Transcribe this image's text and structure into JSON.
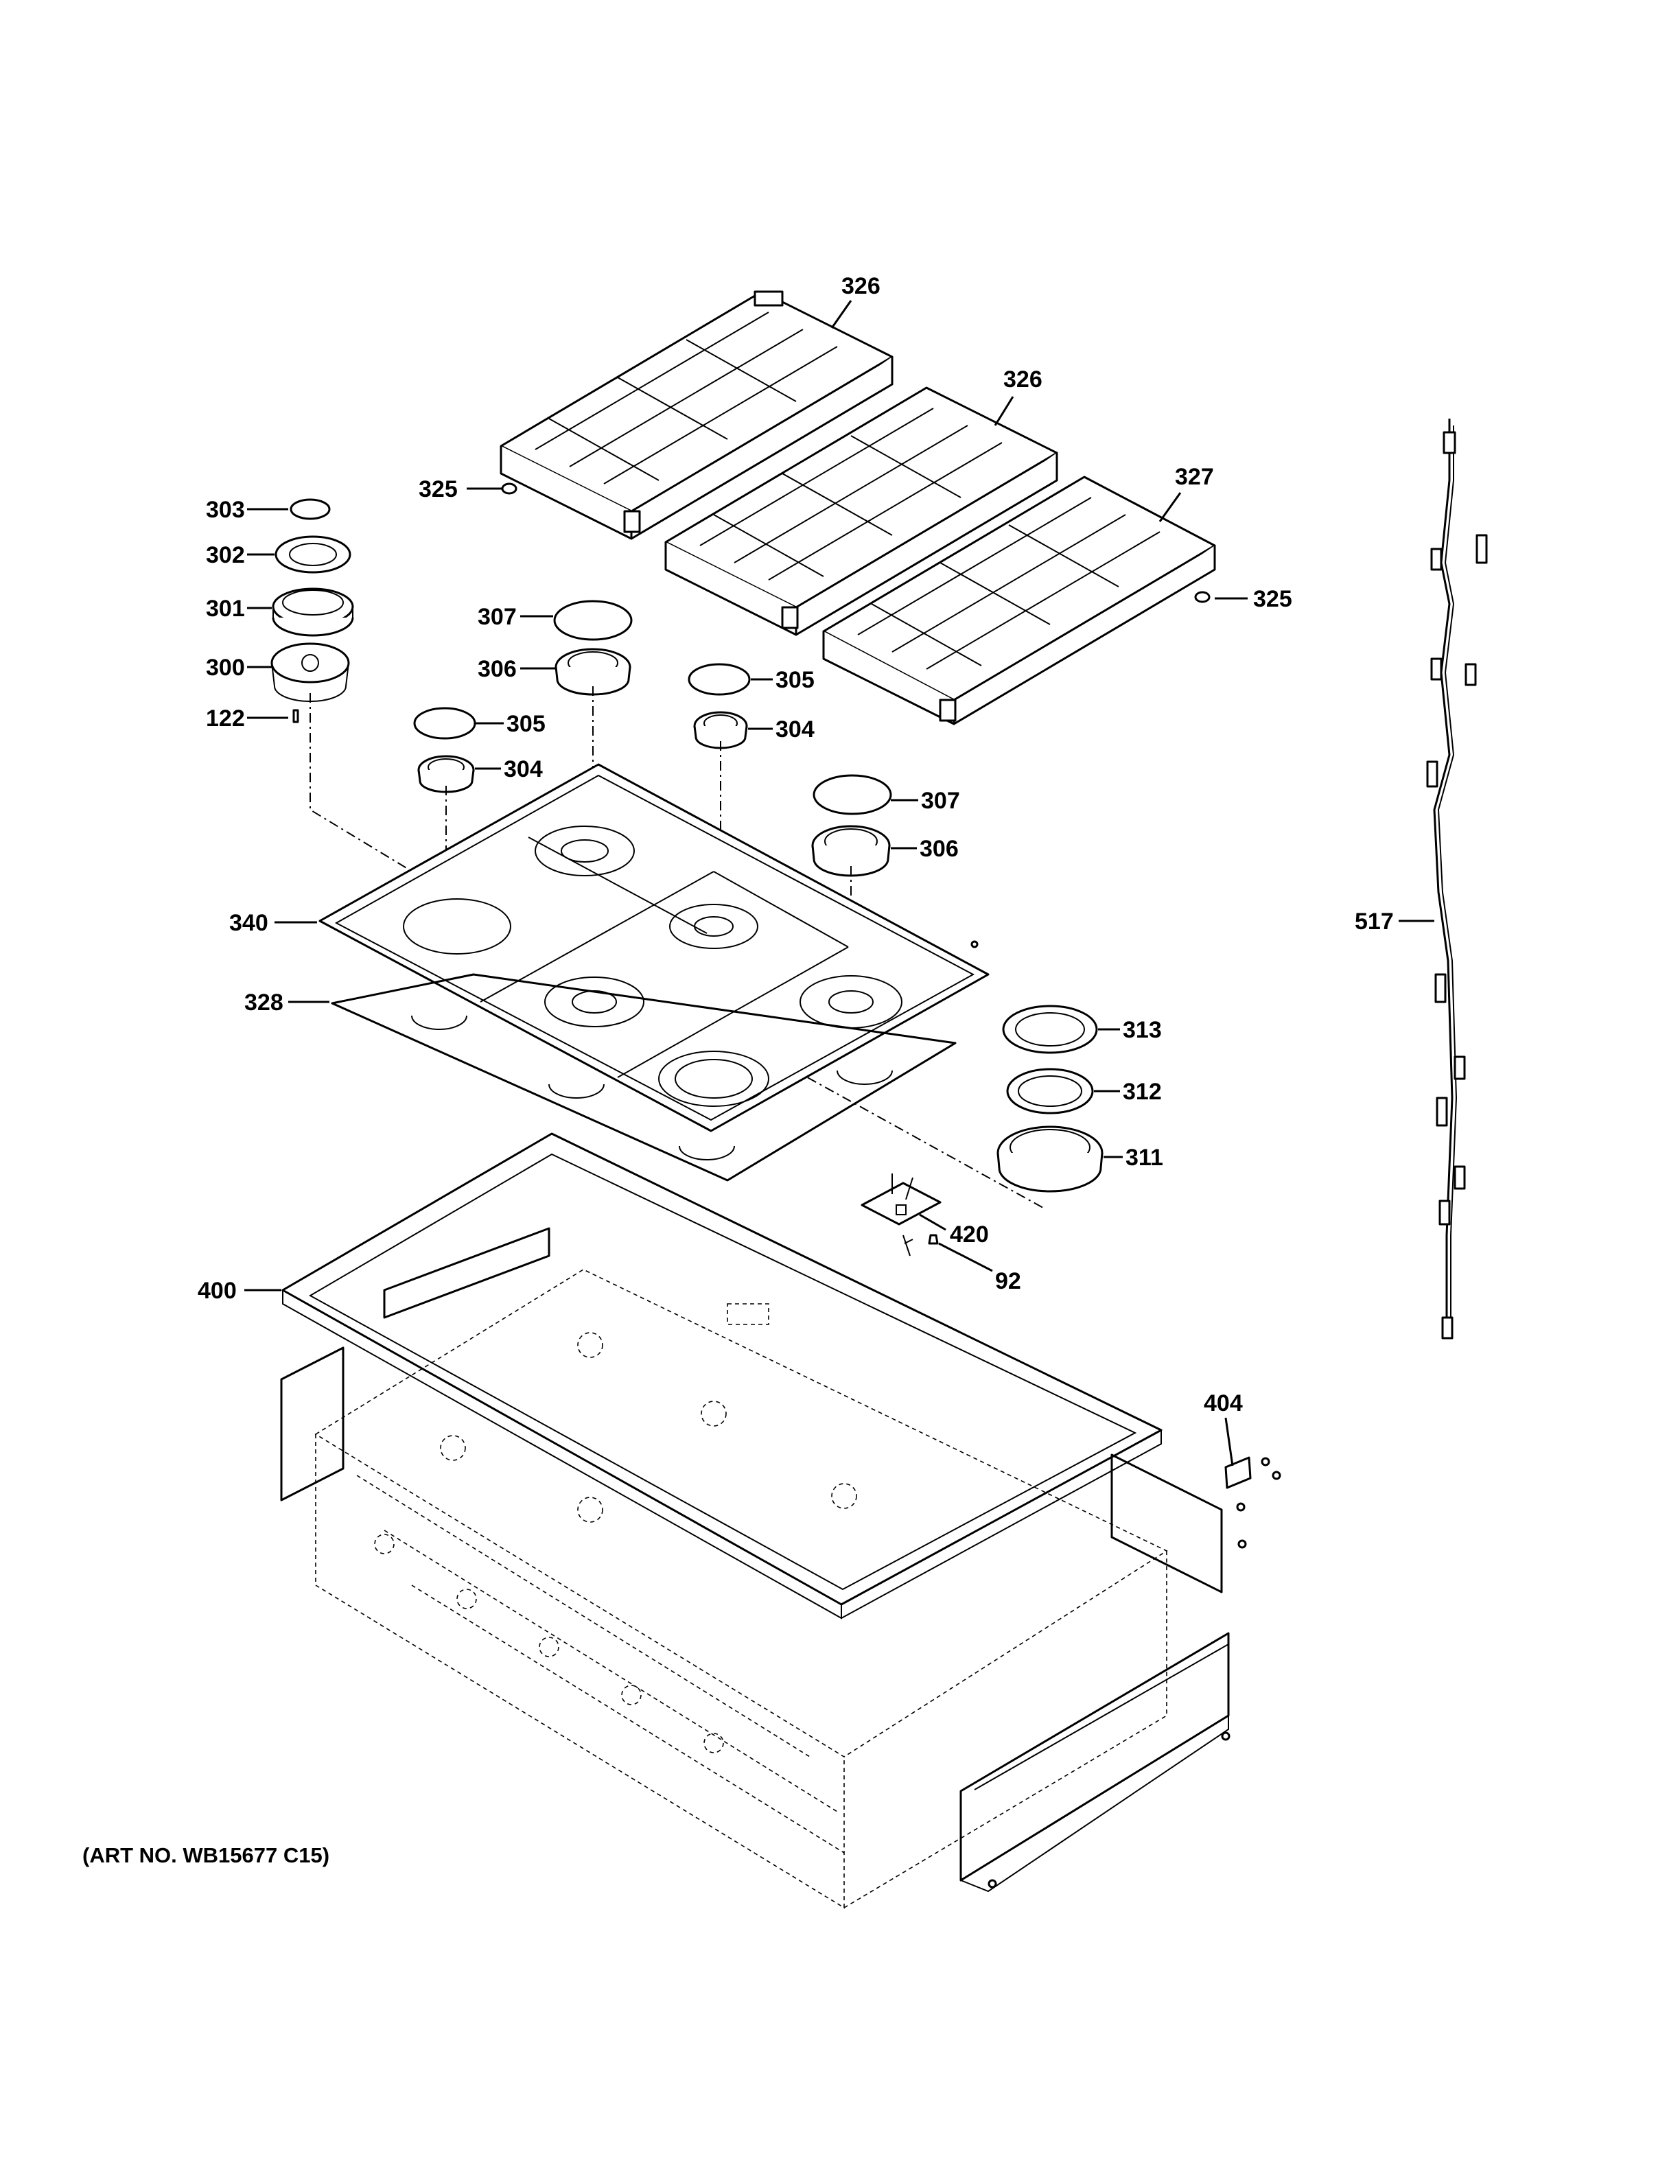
{
  "art_number": "(ART NO. WB15677 C15)",
  "callouts": {
    "c326a": "326",
    "c326b": "326",
    "c327": "327",
    "c325a": "325",
    "c325b": "325",
    "c303": "303",
    "c302": "302",
    "c301": "301",
    "c300": "300",
    "c122": "122",
    "c307a": "307",
    "c306a": "306",
    "c305a": "305",
    "c304a": "304",
    "c305b": "305",
    "c304b": "304",
    "c307b": "307",
    "c306b": "306",
    "c340": "340",
    "c328": "328",
    "c313": "313",
    "c312": "312",
    "c311": "311",
    "c420": "420",
    "c92": "92",
    "c400": "400",
    "c404": "404",
    "c517": "517"
  }
}
